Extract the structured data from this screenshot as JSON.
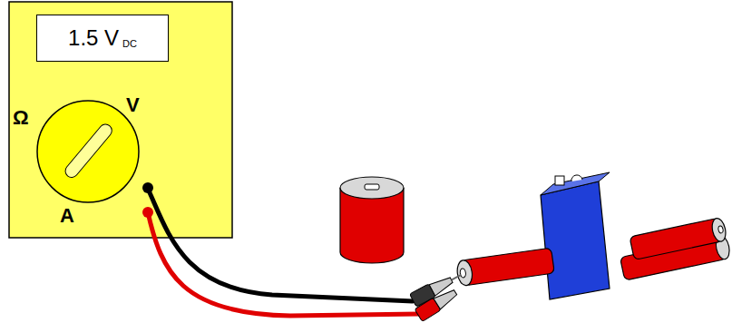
{
  "diagram": {
    "nodes": [
      {
        "text": [
          "1.5 V",
          "DC"
        ]
      }
    ],
    "labels": [
      "Ω",
      "V",
      "A"
    ]
  }
}
